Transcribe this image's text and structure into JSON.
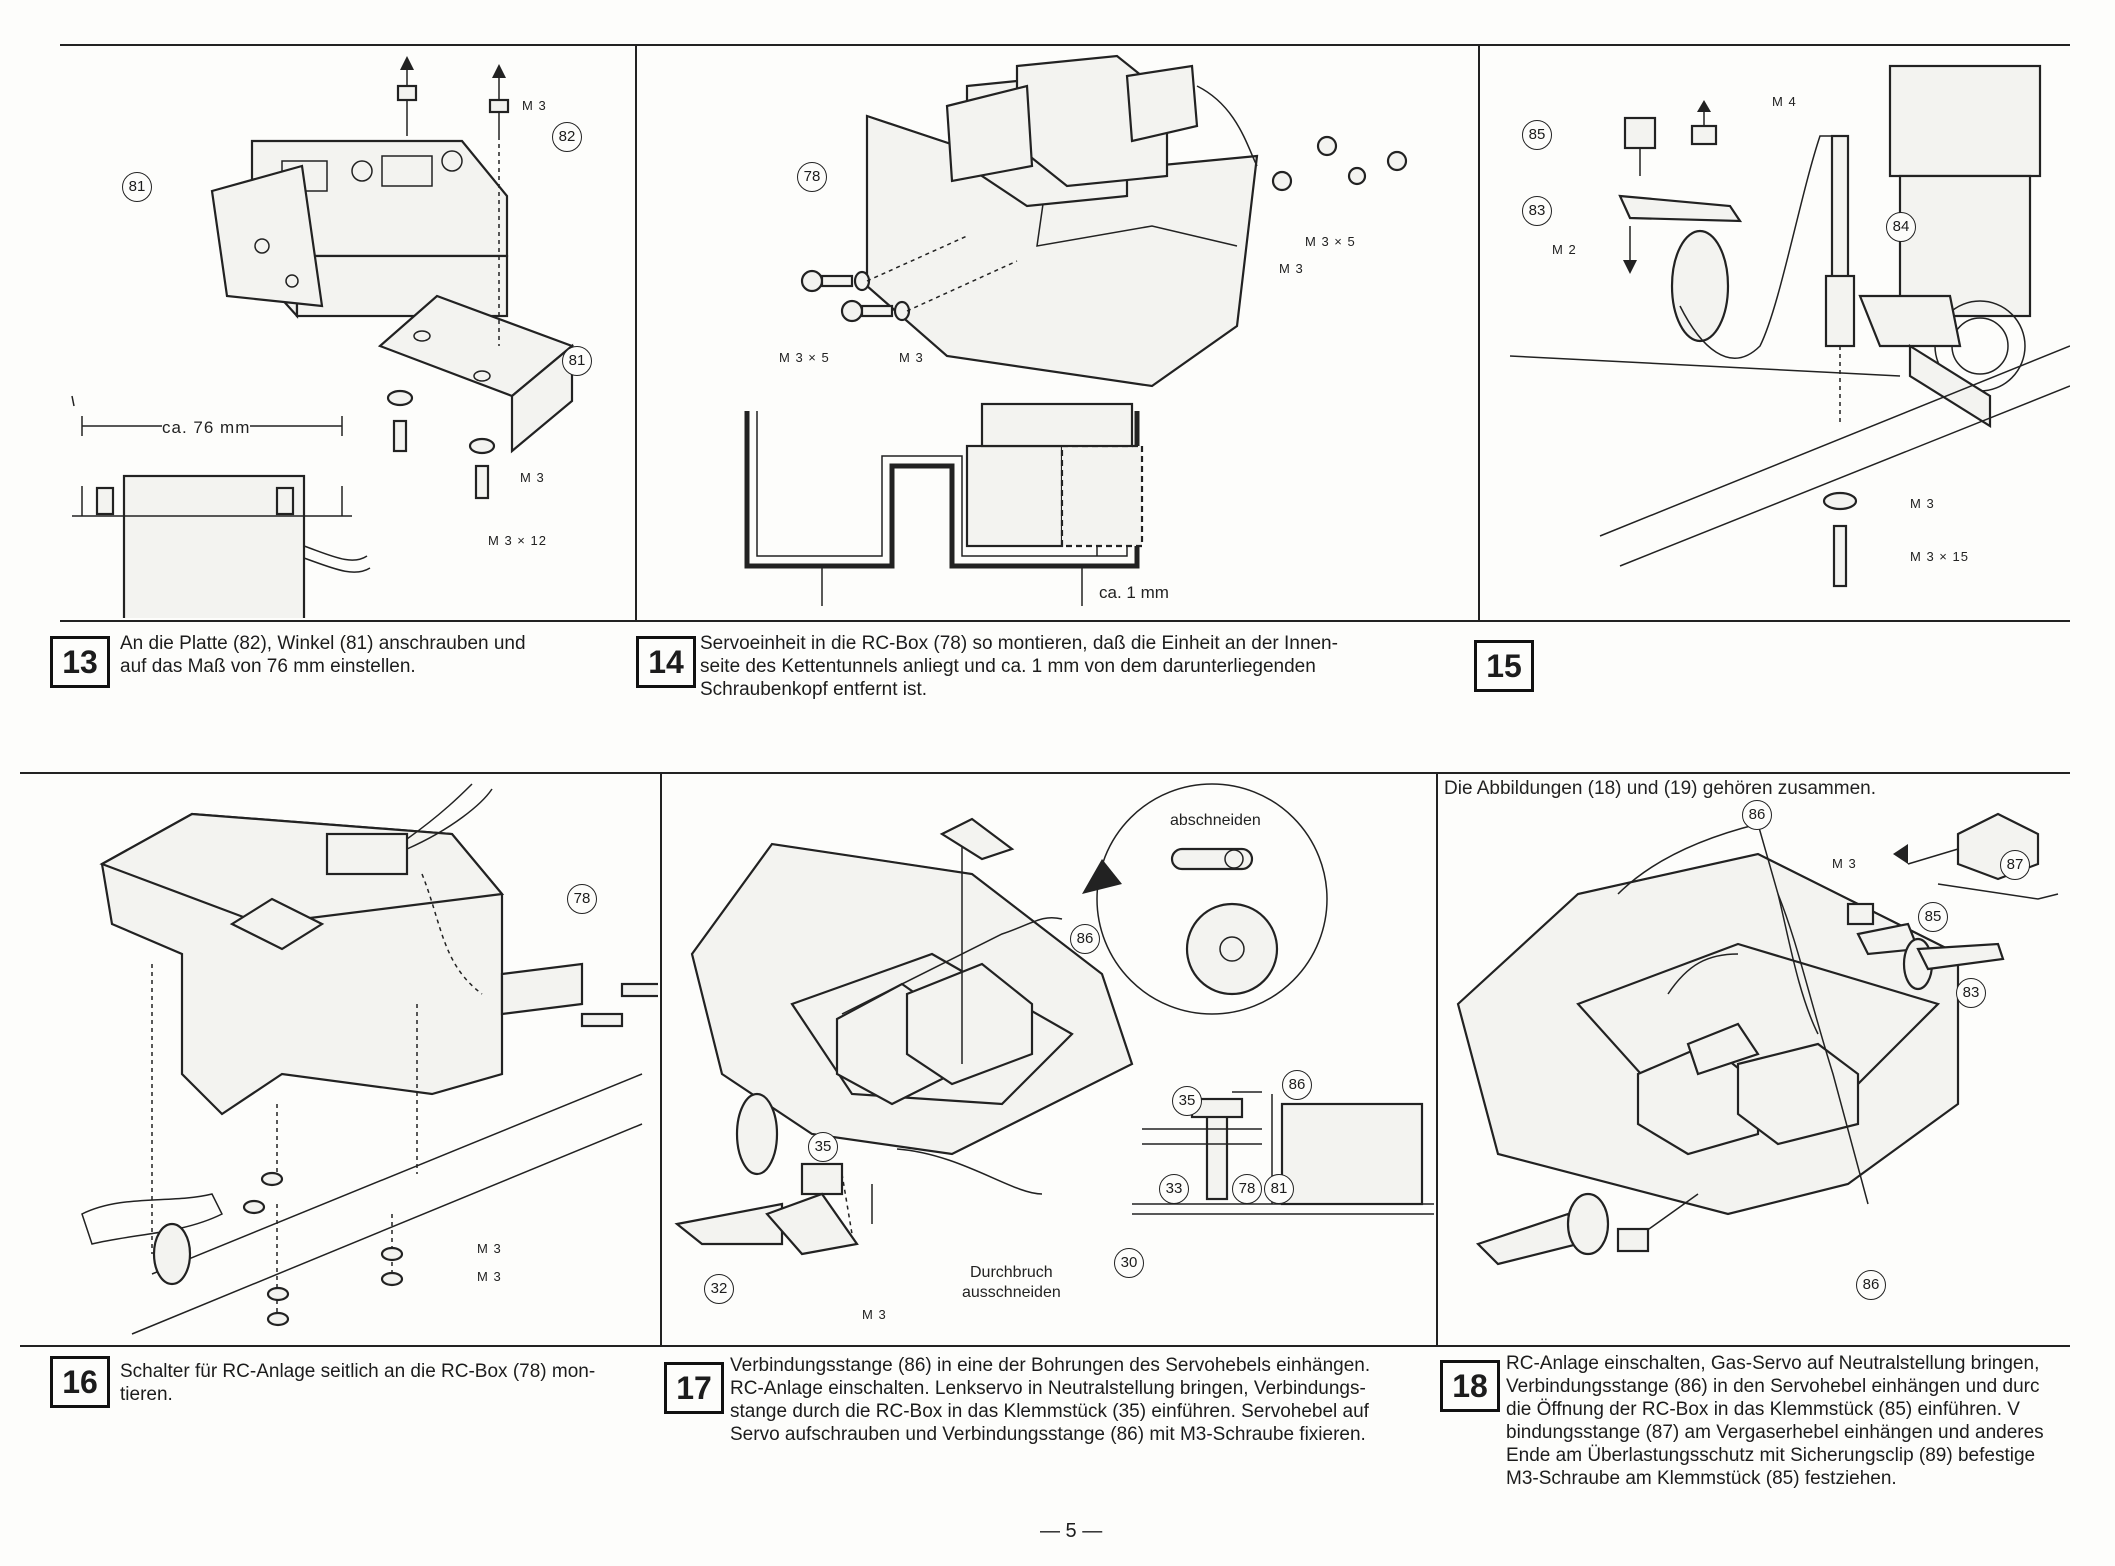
{
  "steps": [
    {
      "number": "13",
      "caption": [
        "An die Platte (82), Winkel (81) anschrauben und",
        "auf das Maß von 76 mm einstellen."
      ]
    },
    {
      "number": "14",
      "caption": [
        "Servoeinheit in die RC-Box (78) so montieren, daß die Einheit  an der Innen-",
        "seite des Kettentunnels anliegt und ca. 1 mm von dem darunterliegenden",
        "Schraubenkopf entfernt ist."
      ]
    },
    {
      "number": "15",
      "caption": []
    },
    {
      "number": "16",
      "caption": [
        "Schalter für RC-Anlage seitlich an die RC-Box (78) mon-",
        "tieren."
      ]
    },
    {
      "number": "17",
      "caption": [
        "Verbindungsstange (86) in eine der Bohrungen des Servohebels einhängen.",
        "RC-Anlage einschalten. Lenkservo in Neutralstellung bringen, Verbindungs-",
        "stange durch die RC-Box in das Klemmstück (35) einführen. Servohebel auf",
        "Servo aufschrauben und Verbindungsstange (86) mit M3-Schraube fixieren."
      ]
    },
    {
      "number": "18",
      "caption": [
        "RC-Anlage einschalten, Gas-Servo auf Neutralstellung bringen,",
        "Verbindungsstange (86) in den Servohebel einhängen und durc",
        "die Öffnung der RC-Box in das Klemmstück (85) einführen. V",
        "bindungsstange (87) am Vergaserhebel einhängen und anderes",
        "Ende am Überlastungsschutz mit Sicherungsclip (89) befestige",
        "M3-Schraube am Klemmstück (85) festziehen."
      ]
    }
  ],
  "labels": {
    "p13": {
      "measure": "ca. 76 mm",
      "m3a": "M 3",
      "m3b": "M 3",
      "m3x12": "M 3 × 12",
      "n81a": "81",
      "n82": "82",
      "n81b": "81"
    },
    "p14": {
      "n78": "78",
      "m3x5a": "M 3 × 5",
      "m3a": "M 3",
      "m3x5b": "M 3 × 5",
      "m3b": "M 3",
      "gap": "ca. 1 mm"
    },
    "p15": {
      "m4": "M 4",
      "m2": "M 2",
      "m3": "M 3",
      "m3x15": "M 3 × 15",
      "n85": "85",
      "n83": "83",
      "n84": "84"
    },
    "p16": {
      "n78": "78",
      "m3a": "M 3",
      "m3b": "M 3"
    },
    "p17": {
      "cut": "abschneiden",
      "opening1": "Durchbruch",
      "opening2": "ausschneiden",
      "m3": "M 3",
      "n86a": "86",
      "n86b": "86",
      "n35a": "35",
      "n35b": "35",
      "n33": "33",
      "n78": "78",
      "n81": "81",
      "n30": "30",
      "n32": "32"
    },
    "p18": {
      "heading": "Die Abbildungen (18) und (19) gehören zusammen.",
      "m3": "M 3",
      "n86a": "86",
      "n87": "87",
      "n85": "85",
      "n83": "83",
      "n86b": "86"
    }
  },
  "page_number": "— 5 —"
}
